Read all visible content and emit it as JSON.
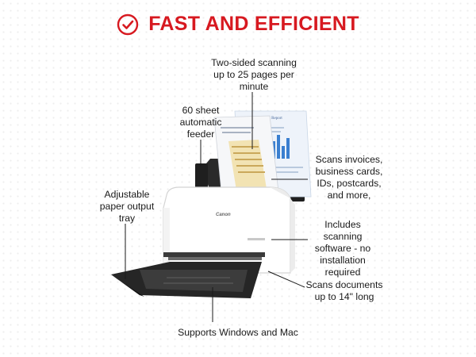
{
  "header": {
    "title": "FAST AND EFFICIENT",
    "accent_color": "#d71920",
    "icon": "check-circle-icon"
  },
  "product": {
    "brand": "Canon",
    "document_title": "Annual Report"
  },
  "callouts": {
    "two_sided": "Two-sided scanning up to 25 pages per minute",
    "feeder": "60 sheet automatic feeder",
    "scans_invoices": "Scans invoices, business cards, IDs, postcards, and more,",
    "output_tray": "Adjustable paper output tray",
    "software": "Includes scanning software - no installation required",
    "length": "Scans documents up to 14\" long",
    "os": "Supports Windows and Mac"
  }
}
